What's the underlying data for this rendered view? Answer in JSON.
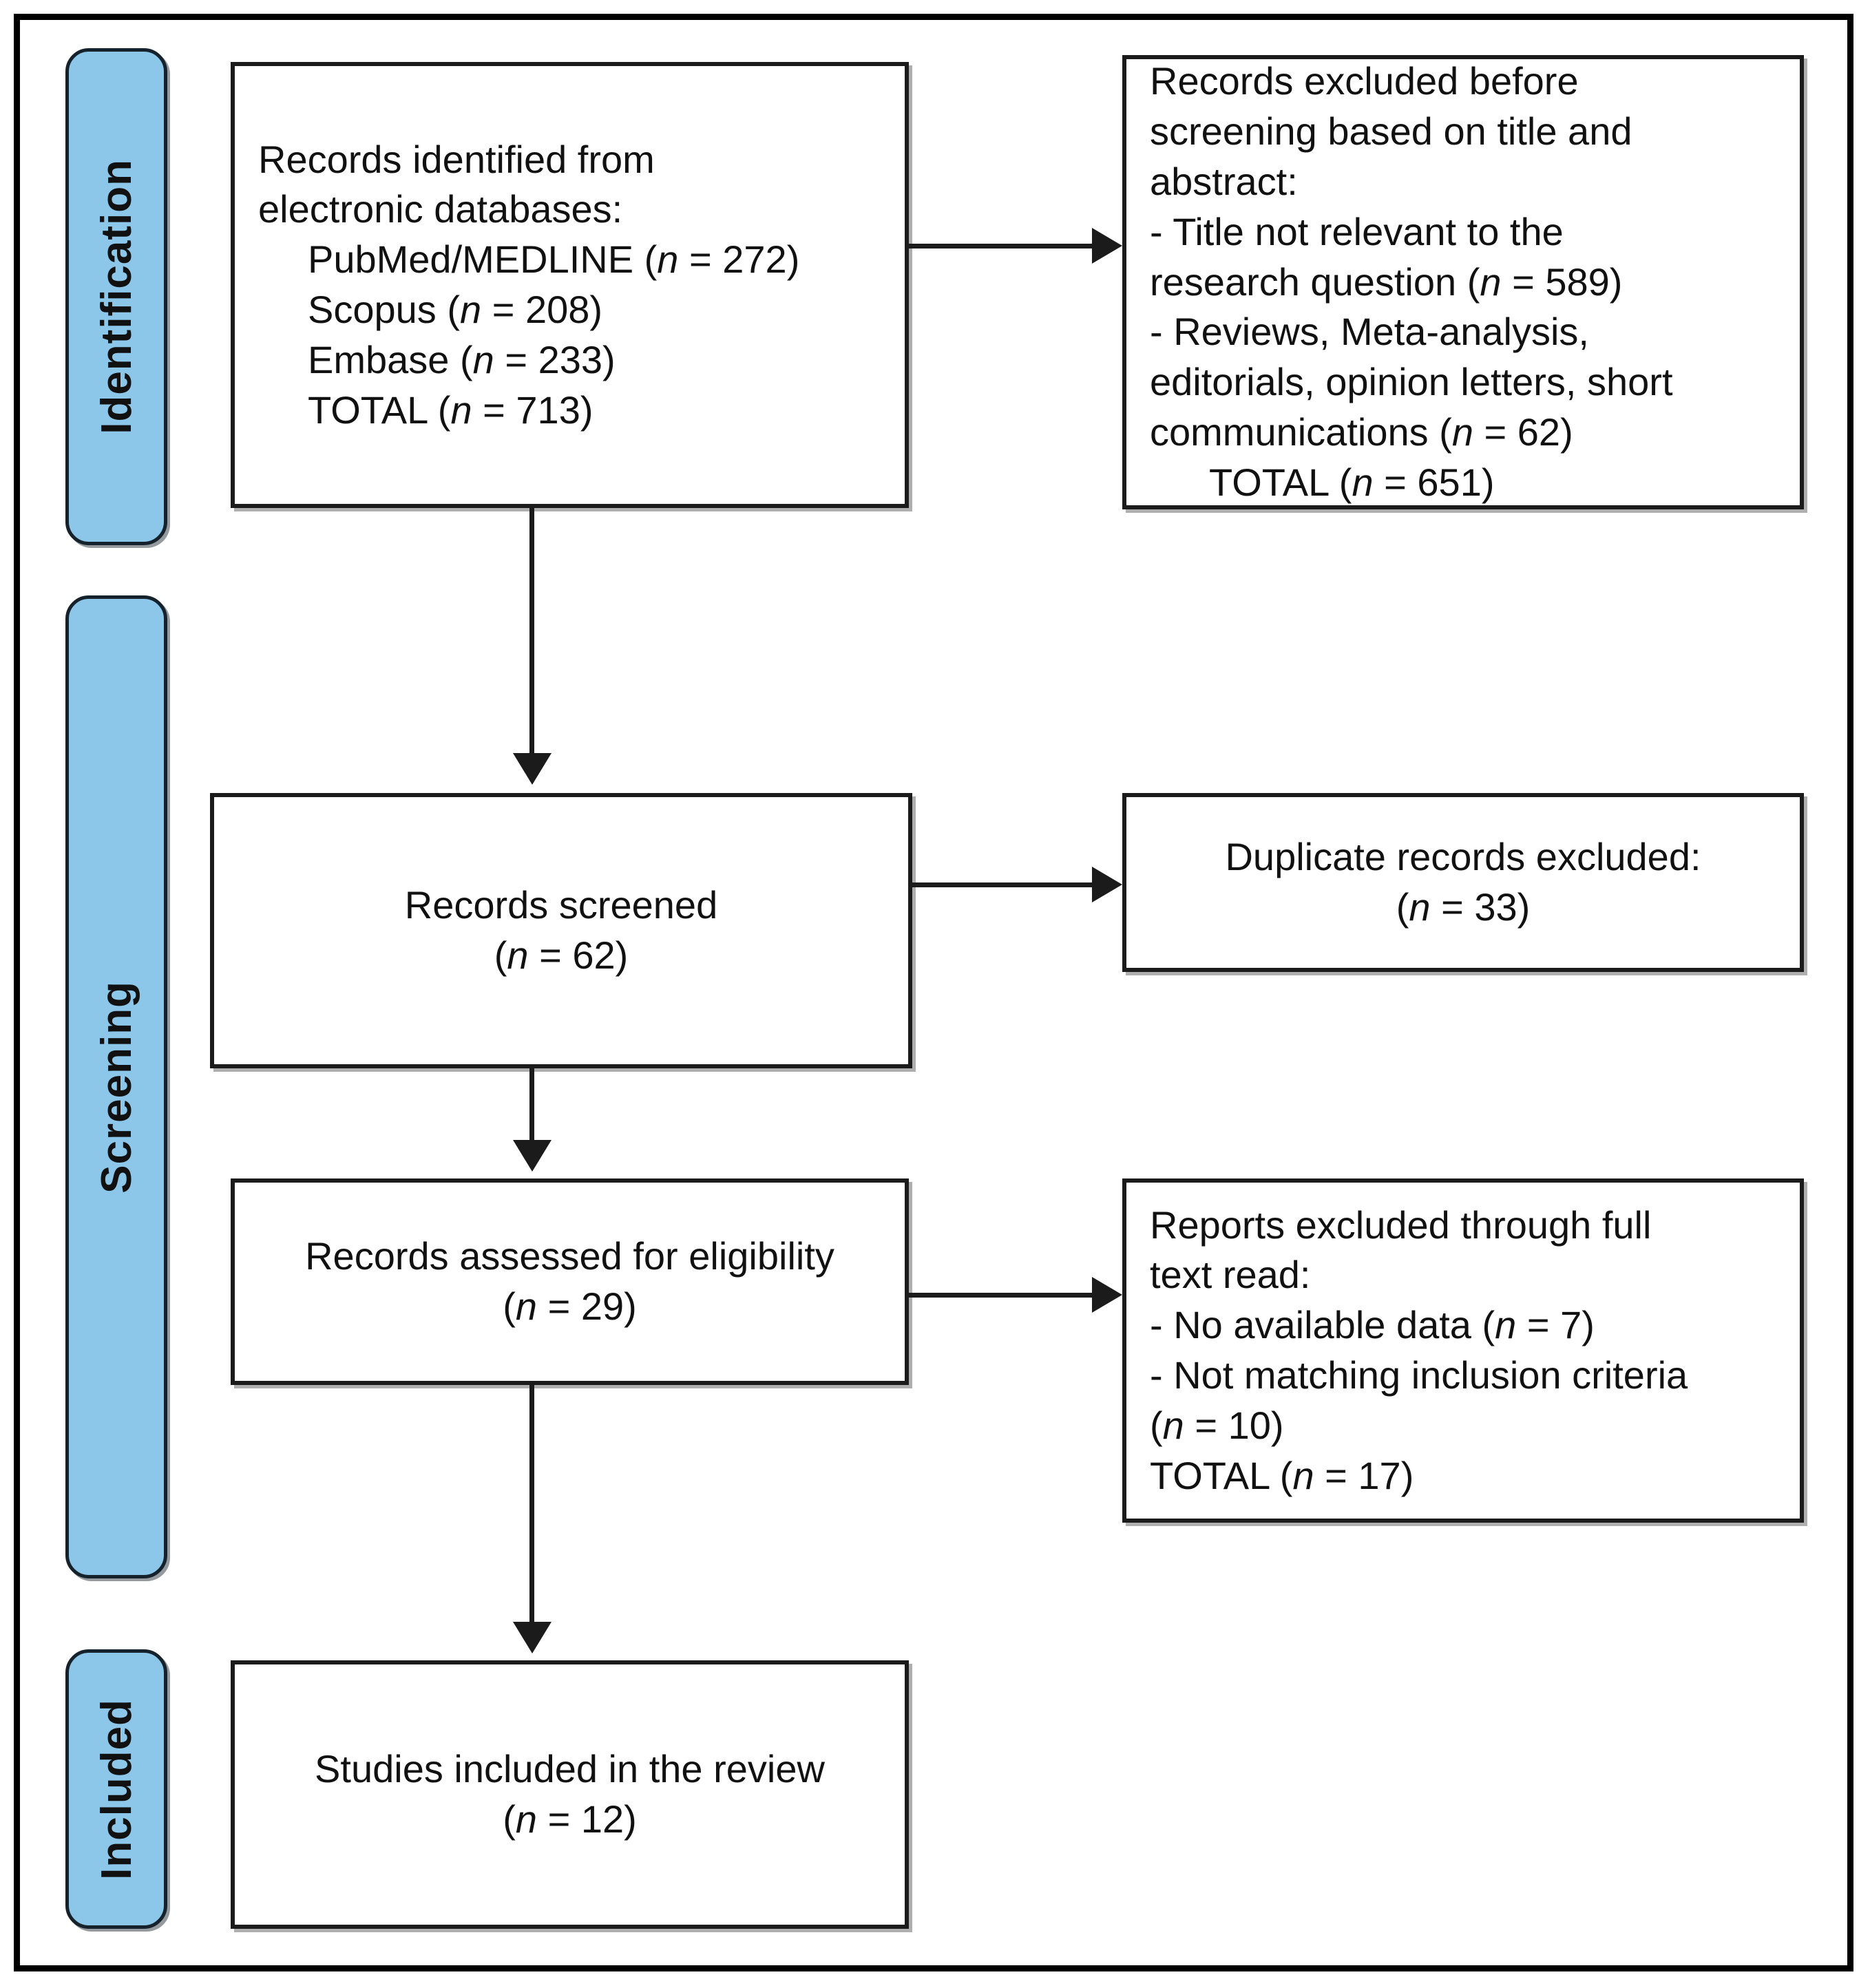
{
  "diagram": {
    "type": "PRISMA flow diagram",
    "stages": [
      {
        "id": "identification",
        "label": "Identification"
      },
      {
        "id": "screening",
        "label": "Screening"
      },
      {
        "id": "included",
        "label": "Included"
      }
    ],
    "accent_color": "#8CC6E8",
    "border_color": "#1b1b1b"
  },
  "boxes": {
    "identified": {
      "line1": "Records identified from",
      "line2": "electronic databases:",
      "line3": "PubMed/MEDLINE (n = 272)",
      "line4": "Scopus (n = 208)",
      "line5": "Embase (n = 233)",
      "line6": "TOTAL (n = 713)"
    },
    "excluded_before_screening": {
      "line1": "Records excluded before",
      "line2": "screening based on title and",
      "line3": "abstract:",
      "line4": "- Title not relevant to the",
      "line5": "research question (n = 589)",
      "line6": "- Reviews, Meta-analysis,",
      "line7": "editorials, opinion letters, short",
      "line8": "communications (n = 62)",
      "line9": "TOTAL (n = 651)"
    },
    "screened": {
      "line1": "Records screened",
      "line2": "(n = 62)"
    },
    "duplicates_excluded": {
      "line1": "Duplicate records excluded:",
      "line2": "(n = 33)"
    },
    "eligibility": {
      "line1": "Records assessed for eligibility",
      "line2": "(n = 29)"
    },
    "excluded_fulltext": {
      "line1": "Reports excluded through full",
      "line2": "text read:",
      "line3": "- No available data (n = 7)",
      "line4": "- Not matching inclusion criteria",
      "line5": "(n = 10)",
      "line6": "TOTAL (n = 17)"
    },
    "included": {
      "line1": "Studies included in the review",
      "line2": "(n = 12)"
    }
  },
  "counts": {
    "pubmed_medline": 272,
    "scopus": 208,
    "embase": 233,
    "identified_total": 713,
    "title_not_relevant": 589,
    "reviews_editorials": 62,
    "excluded_before_screening_total": 651,
    "records_screened": 62,
    "duplicates_excluded": 33,
    "assessed_for_eligibility": 29,
    "no_available_data": 7,
    "not_matching_inclusion": 10,
    "excluded_fulltext_total": 17,
    "studies_included": 12
  }
}
